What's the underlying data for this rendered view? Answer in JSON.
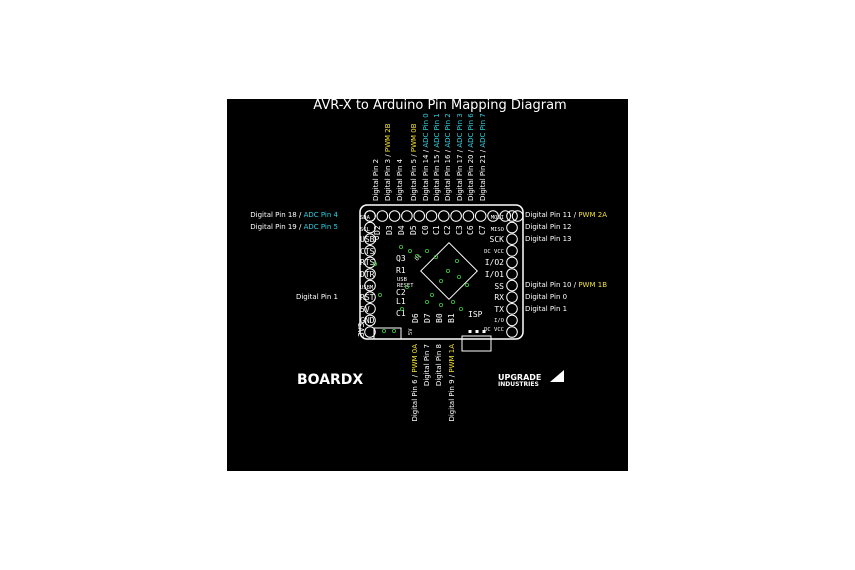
{
  "title": "AVR-X to Arduino Pin Mapping Diagram",
  "colors": {
    "background": "#000000",
    "text": "#ffffff",
    "pwm": "#f0e030",
    "adc": "#30d0e0",
    "board": "#ffffff",
    "via": "#3cc83c"
  },
  "top_labels": [
    {
      "main": "Digital Pin 2",
      "tag": ""
    },
    {
      "main": "Digital Pin 3 / ",
      "tag": "PWM 2B",
      "tag_type": "pwm"
    },
    {
      "main": "Digital Pin 4",
      "tag": ""
    },
    {
      "main": "Digital Pin 5 / ",
      "tag": "PWM 0B",
      "tag_type": "pwm"
    },
    {
      "main": "Digital Pin 14 / ",
      "tag": "ADC Pin 0",
      "tag_type": "adc"
    },
    {
      "main": "Digital Pin 15 / ",
      "tag": "ADC Pin 1",
      "tag_type": "adc"
    },
    {
      "main": "Digital Pin 16 / ",
      "tag": "ADC Pin 2",
      "tag_type": "adc"
    },
    {
      "main": "Digital Pin 17 / ",
      "tag": "ADC Pin 3",
      "tag_type": "adc"
    },
    {
      "main": "Digital Pin 20 / ",
      "tag": "ADC Pin 6",
      "tag_type": "adc"
    },
    {
      "main": "Digital Pin 21 / ",
      "tag": "ADC Pin 7",
      "tag_type": "adc"
    }
  ],
  "bottom_labels": [
    {
      "main": "Digital Pin 6 / ",
      "tag": "PWM 0A",
      "tag_type": "pwm"
    },
    {
      "main": "Digital Pin 7",
      "tag": ""
    },
    {
      "main": "Digital Pin 8",
      "tag": ""
    },
    {
      "main": "Digital Pin 9 / ",
      "tag": "PWM 1A",
      "tag_type": "pwm"
    }
  ],
  "left_labels": [
    {
      "main": "Digital Pin 18 / ",
      "tag": "ADC Pin 4",
      "tag_type": "adc"
    },
    {
      "main": "Digital Pin 19 / ",
      "tag": "ADC Pin 5",
      "tag_type": "adc"
    },
    {
      "main": "Digital Pin 1",
      "tag": ""
    }
  ],
  "right_labels": [
    {
      "main": "Digital Pin 11 / ",
      "tag": "PWM 2A",
      "tag_type": "pwm"
    },
    {
      "main": "Digital Pin 12",
      "tag": ""
    },
    {
      "main": "Digital Pin 13",
      "tag": ""
    },
    {
      "main": "Digital Pin 10 / ",
      "tag": "PWM 1B",
      "tag_type": "pwm"
    },
    {
      "main": "Digital Pin 0",
      "tag": ""
    },
    {
      "main": "Digital Pin 1",
      "tag": ""
    }
  ],
  "silkscreen": {
    "top_pins": [
      "D2",
      "D3",
      "D4",
      "D5",
      "C0",
      "C1",
      "C2",
      "C3",
      "C6",
      "C7"
    ],
    "left_pins": [
      "SDA",
      "SCL",
      "USBP",
      "CTS",
      "RTS",
      "DTR",
      "USBM",
      "RST",
      "5V",
      "GND",
      "3V3"
    ],
    "right_pins": [
      "MOSI",
      "MISO",
      "SCK",
      "DC VCC",
      "I/O2",
      "I/O1",
      "SS",
      "RX",
      "TX",
      "I/O",
      "DC VCC"
    ],
    "bottom_pins": [
      "D6",
      "D7",
      "B0",
      "B1"
    ],
    "center": [
      "Q3",
      "R1",
      "USB",
      "RESET",
      "C2",
      "L1",
      "C1",
      "U1",
      "ISP",
      "5V"
    ]
  },
  "logos": {
    "left": "BOARDX",
    "right_line1": "UPGRADE",
    "right_line2": "INDUSTRIES"
  }
}
